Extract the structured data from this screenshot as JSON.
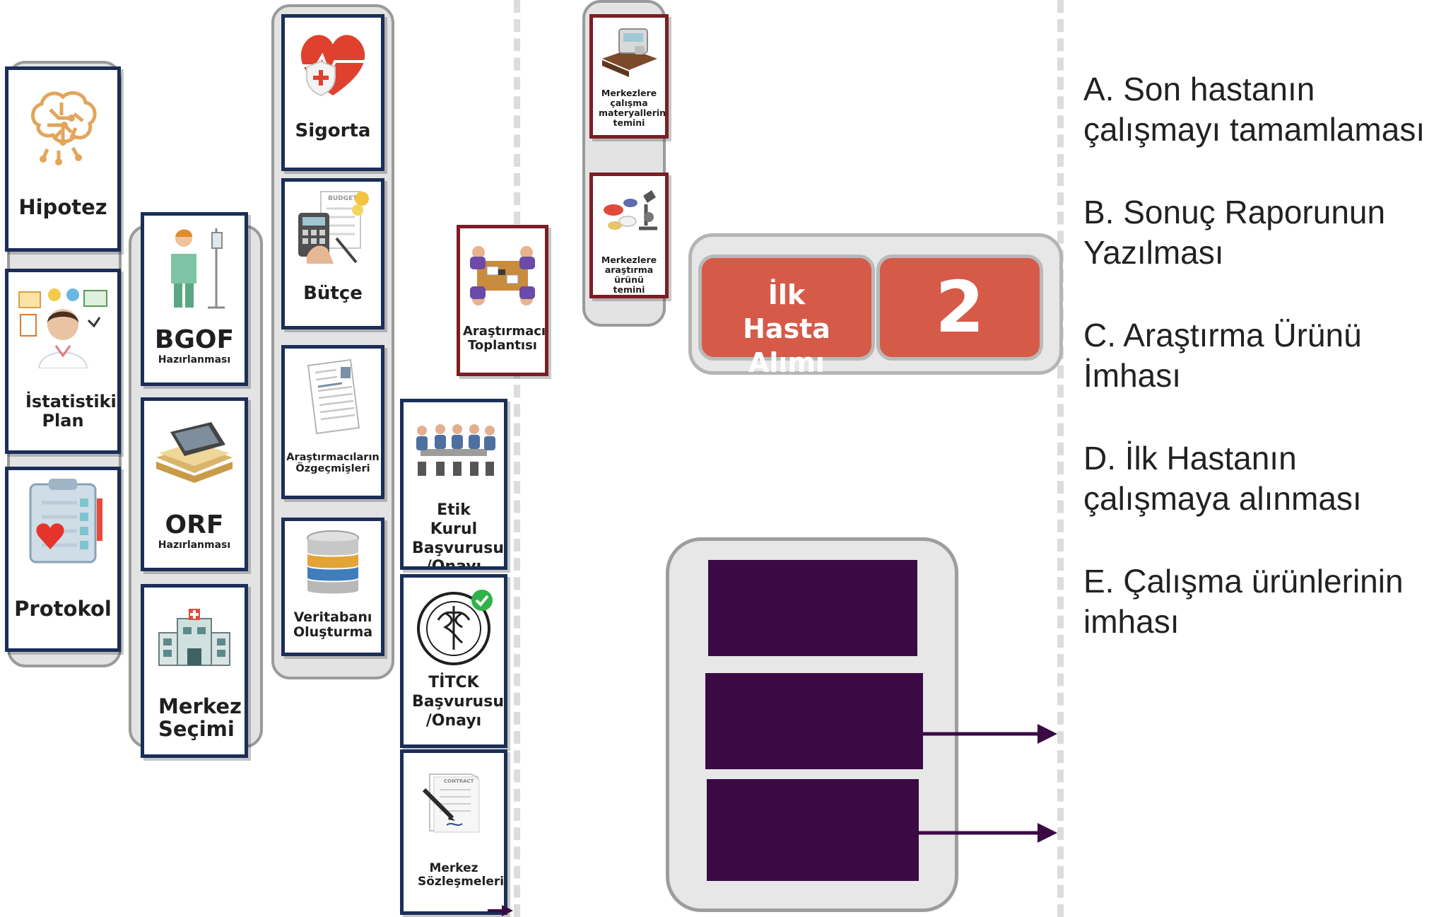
{
  "colors": {
    "card_border": "#1b2e58",
    "card_border_red": "#7c1d24",
    "group_bg": "#e3e3e3",
    "tile_red": "#d65a48",
    "purple": "#3b0a45",
    "dashed_line": "#dcdcdc"
  },
  "column1": [
    {
      "label": "Hipotez",
      "icon": "brain-circuit-icon"
    },
    {
      "label": "İstatistiki Plan",
      "icon": "statistician-icon"
    },
    {
      "label": "Protokol",
      "icon": "clipboard-heart-icon"
    }
  ],
  "column2": [
    {
      "label": "BGOF",
      "sub": "Hazırlanması",
      "icon": "nurse-iv-icon"
    },
    {
      "label": "ORF",
      "sub": "Hazırlanması",
      "icon": "tablet-files-icon"
    },
    {
      "label": "Merkez Seçimi",
      "icon": "hospital-icon"
    }
  ],
  "column3": [
    {
      "label": "Sigorta",
      "icon": "heart-shield-icon"
    },
    {
      "label": "Bütçe",
      "icon": "calculator-budget-icon",
      "icon_text": "BUDGET"
    },
    {
      "label": "Araştırmacıların Özgeçmişleri",
      "icon": "cv-document-icon"
    },
    {
      "label": "Veritabanı Oluşturma",
      "icon": "database-icon"
    }
  ],
  "meeting_card": {
    "label": "Araştırmacı Toplantısı",
    "icon": "meeting-table-icon"
  },
  "column4": [
    {
      "label": "Etik Kurul Başvurusu /Onayı",
      "icon": "committee-icon"
    },
    {
      "label": "TİTCK Başvurusu /Onayı",
      "icon": "titck-seal-icon"
    },
    {
      "label": "Merkez Sözleşmeleri",
      "icon": "contract-icon",
      "icon_text": "CONTRACT"
    }
  ],
  "supply_cards": [
    {
      "label": "Merkezlere çalışma materyallerinin temini",
      "icon": "materials-book-icon"
    },
    {
      "label": "Merkezlere araştırma ürünü temini",
      "icon": "pills-microscope-icon"
    }
  ],
  "first_patient": {
    "label": "İlk Hasta Alımı",
    "number": "2"
  },
  "options": [
    {
      "line1": "A.  Son hastanın",
      "line2": "çalışmayı tamamlaması"
    },
    {
      "line1": "B. Sonuç Raporunun",
      "line2": "Yazılması"
    },
    {
      "line1": "C. Araştırma Ürünü",
      "line2": "İmhası"
    },
    {
      "line1": "D. İlk Hastanın",
      "line2": "çalışmaya alınması"
    },
    {
      "line1": "E. Çalışma ürünlerinin",
      "line2": "imhası"
    }
  ]
}
